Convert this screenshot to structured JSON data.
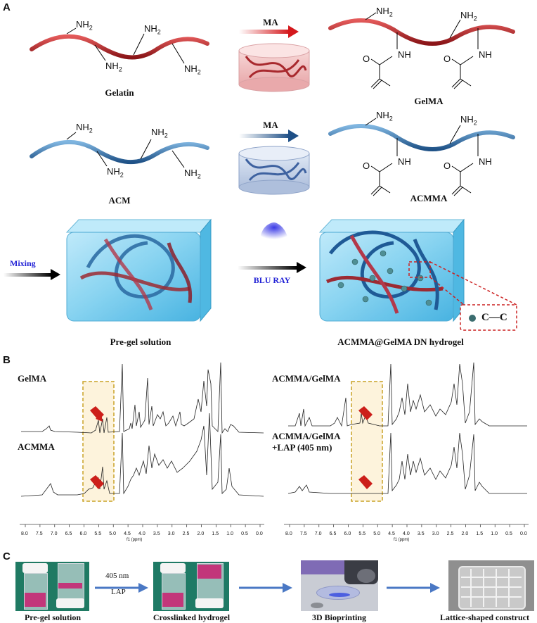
{
  "panels": {
    "a": "A",
    "b": "B",
    "c": "C"
  },
  "panel_a": {
    "nh2": "NH",
    "nh2_sub": "2",
    "nh": "NH",
    "o": "O",
    "gelatin": "Gelatin",
    "gelma": "GelMA",
    "acm": "ACM",
    "acmma": "ACMMA",
    "ma_top": "MA",
    "ma_bottom": "MA",
    "mixing": "Mixing",
    "blu_ray": "BLU RAY",
    "pregel": "Pre-gel solution",
    "dn_hydrogel": "ACMMA@GelMA DN hydrogel",
    "cc": "C—C"
  },
  "panel_b": {
    "left_top": "GelMA",
    "left_bottom": "ACMMA",
    "right_top": "ACMMA/GelMA",
    "right_bottom_1": "ACMMA/GelMA",
    "right_bottom_2": "+LAP (405 nm)",
    "axis_label": "f1 (ppm)",
    "ticks": [
      "8.0",
      "7.5",
      "7.0",
      "6.5",
      "6.0",
      "5.5",
      "5.0",
      "4.5",
      "4.0",
      "3.5",
      "3.0",
      "2.5",
      "2.0",
      "1.5",
      "1.0",
      "0.5",
      "0.0"
    ]
  },
  "panel_c": {
    "cap1": "Pre-gel solution",
    "cap2": "Crosslinked hydrogel",
    "cap3": "3D Bioprinting",
    "cap4": "Lattice-shaped construct",
    "arrow_top": "405 nm",
    "arrow_bottom": "LAP"
  },
  "colors": {
    "red_chain": "#b3262b",
    "blue_chain": "#2f6ea5",
    "gel_block": "#7fd0f0",
    "highlight_box": "#fdf3dc",
    "highlight_border": "#c9a227",
    "marker": "#cc1f1a",
    "dashed": "#cc2222",
    "flow_arrow": "#4a78c4",
    "magenta": "#c2367a"
  }
}
